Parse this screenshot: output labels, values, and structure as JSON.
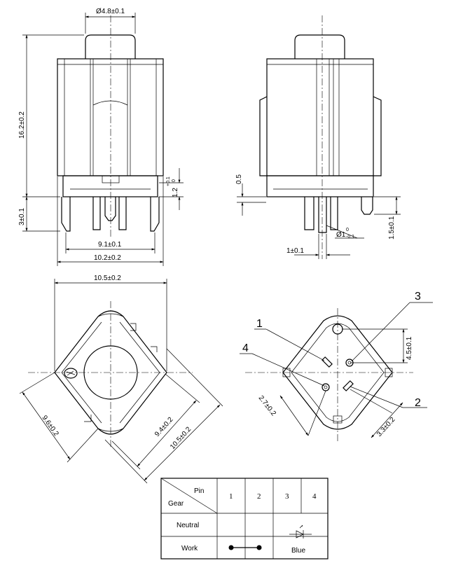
{
  "dims": {
    "top_dia": "Ø4.8±0.1",
    "height": "16.2±0.2",
    "pin_len": "1.2",
    "pin_tol_up": "+0.1",
    "pin_tol_lo": "0",
    "pin_tip": "3±0.1",
    "pin_pitch": "9.1±0.1",
    "body_w": "10.2±0.2",
    "gap": "0.5",
    "pin_w": "1±0.1",
    "pin_d": "Ø1",
    "pin_d_up": "0",
    "pin_d_lo": "-0.1",
    "pin_side": "1.5±0.1",
    "top_w": "10.5±0.2",
    "diag_1": "9.6±0.2",
    "diag_2": "9.4±0.2",
    "diag_3": "10.5±0.2",
    "br_v": "4.5±0.1",
    "br_d1": "2.7±0.2",
    "br_d2": "3.3±0.2"
  },
  "pin_labels": {
    "p1": "1",
    "p2": "2",
    "p3": "3",
    "p4": "4"
  },
  "table": {
    "corner_pin": "Pin",
    "corner_gear": "Gear",
    "cols": [
      "1",
      "2",
      "3",
      "4"
    ],
    "rows": [
      "Neutral",
      "Work"
    ],
    "diode_label": "Blue"
  }
}
